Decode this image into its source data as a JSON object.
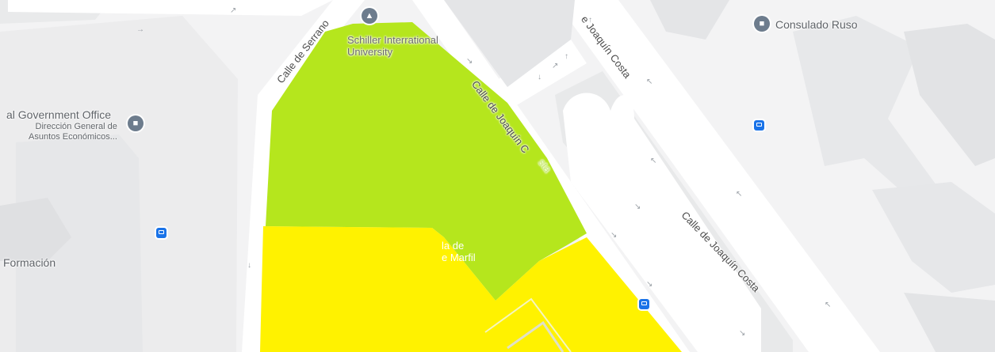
{
  "streets": {
    "serrano": "Calle de Serrano",
    "joaquin_costa_top": "e Joaquín Costa",
    "joaquin_costa_mid": "Calle de Joaquín C",
    "joaquin_costa_mid_tail": "sta",
    "joaquin_costa_right": "Calle de Joaquín Costa"
  },
  "places": {
    "university_line1": "Schiller Interr",
    "university_line1_tail": "ational",
    "university_line2": "University",
    "consulate": "Consulado Ruso",
    "gov_office_title": "al Government Office",
    "gov_office_sub1": "Dirección General de",
    "gov_office_sub2": "Asuntos Económicos...",
    "formacion": "Formación",
    "overlay_line1": "la de",
    "overlay_line2": "e Marfil"
  },
  "icons": {
    "university_pin": "graduation-cap-icon",
    "consulate_pin": "embassy-icon",
    "gov_office_pin": "government-building-icon",
    "bus_stop": "bus-stop-icon"
  },
  "colors": {
    "map_background": "#f3f3f4",
    "road": "#ffffff",
    "building": "#e3e4e6",
    "green_area": "#b5e61d",
    "yellow_area": "#fff200",
    "transit": "#1a73e8"
  }
}
